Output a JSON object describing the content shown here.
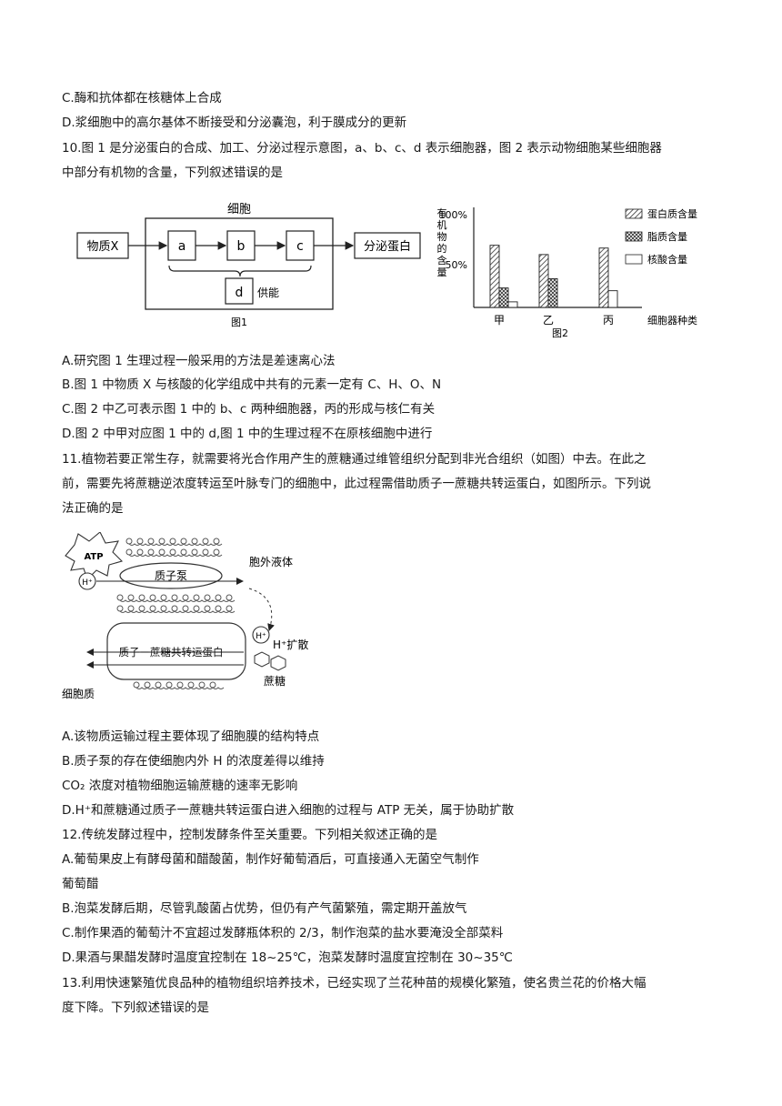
{
  "lines": {
    "l1": "C.酶和抗体都在核糖体上合成",
    "l2": "D.浆细胞中的高尔基体不断接受和分泌囊泡，利于膜成分的更新",
    "q10a": "10.图 1 是分泌蛋白的合成、加工、分泌过程示意图，a、b、c、d 表示细胞器，图 2 表示动物细胞某些细胞器",
    "q10b": "中部分有机物的含量，下列叙述错误的是",
    "q10A": "A.研究图 1 生理过程一般采用的方法是差速离心法",
    "q10B": "B.图 1 中物质 X 与核酸的化学组成中共有的元素一定有 C、H、O、N",
    "q10C": "C.图 2 中乙可表示图 1 中的 b、c 两种细胞器，丙的形成与核仁有关",
    "q10D": "D.图 2 中甲对应图 1 中的 d,图 1 中的生理过程不在原核细胞中进行",
    "q11a": "11.植物若要正常生存，就需要将光合作用产生的蔗糖通过维管组织分配到非光合组织（如图）中去。在此之",
    "q11b": "前，需要先将蔗糖逆浓度转运至叶脉专门的细胞中，此过程需借助质子一蔗糖共转运蛋白，如图所示。下列说",
    "q11c": "法正确的是",
    "q11A": "A.该物质运输过程主要体现了细胞膜的结构特点",
    "q11B": "B.质子泵的存在使细胞内外 H 的浓度差得以维持",
    "q11C": "CO₂ 浓度对植物细胞运输蔗糖的速率无影响",
    "q11D": "D.H⁺和蔗糖通过质子一蔗糖共转运蛋白进入细胞的过程与 ATP 无关，属于协助扩散",
    "q12": "12.传统发酵过程中，控制发酵条件至关重要。下列相关叙述正确的是",
    "q12A1": "A.葡萄果皮上有酵母菌和醋酸菌，制作好葡萄酒后，可直接通入无菌空气制作",
    "q12A2": "葡萄醋",
    "q12B": "B.泡菜发酵后期，尽管乳酸菌占优势，但仍有产气菌繁殖，需定期开盖放气",
    "q12C": "C.制作果酒的葡萄汁不宜超过发酵瓶体积的 2/3，制作泡菜的盐水要淹没全部菜料",
    "q12D": "D.果酒与果醋发酵时温度宜控制在 18~25℃，泡菜发酵时温度宜控制在 30~35℃",
    "q13a": "13.利用快速繁殖优良品种的植物组织培养技术，已经实现了兰花种苗的规模化繁殖，使名贵兰花的价格大幅",
    "q13b": "度下降。下列叙述错误的是"
  },
  "fig1": {
    "cell_label": "细胞",
    "input": "物质X",
    "a": "a",
    "b": "b",
    "c": "c",
    "output": "分泌蛋白",
    "d": "d",
    "supply": "供能",
    "caption": "图1"
  },
  "chart_data": {
    "type": "bar",
    "caption": "图2",
    "ylabel": "有机物的含量",
    "xlabel": "细胞器种类",
    "yticks": [
      "100%",
      "50%"
    ],
    "ylim": [
      0,
      100
    ],
    "categories": [
      "甲",
      "乙",
      "丙"
    ],
    "series": [
      {
        "name": "蛋白质含量",
        "values": [
          67,
          57,
          64
        ]
      },
      {
        "name": "脂质含量",
        "values": [
          21,
          31,
          0
        ]
      },
      {
        "name": "核酸含量",
        "values": [
          6,
          0,
          18
        ]
      }
    ],
    "legend_position": "top-right"
  },
  "fig3": {
    "atp": "ATP",
    "h_plus": "H⁺",
    "pump": "质子泵",
    "extracellular": "胞外液体",
    "cotransporter": "质子－蔗糖共转运蛋白",
    "diffusion": "H⁺扩散",
    "sucrose": "蔗糖",
    "cytoplasm": "细胞质"
  }
}
